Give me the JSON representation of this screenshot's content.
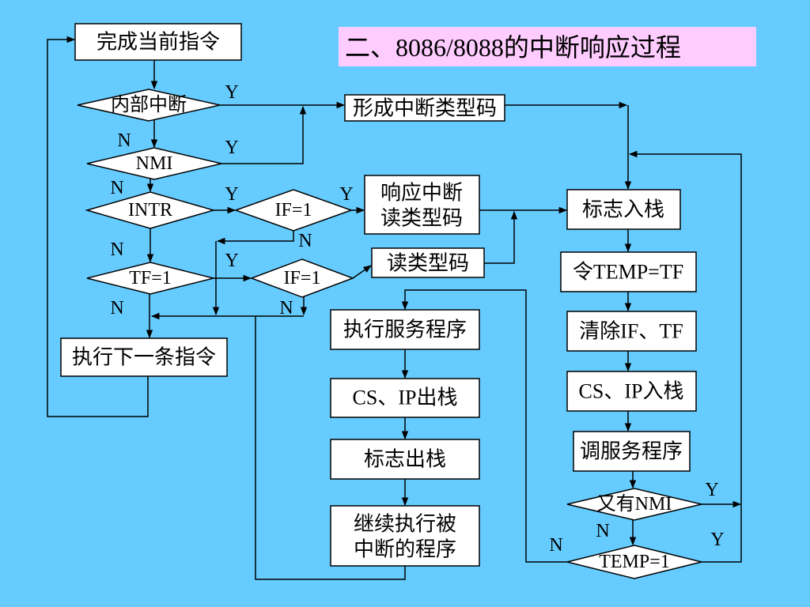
{
  "title": "二、8086/8088的中断响应过程",
  "nodes": {
    "finish_current": "完成当前指令",
    "internal_interrupt": "内部中断",
    "nmi": "NMI",
    "intr": "INTR",
    "tf1": "TF=1",
    "exec_next": "执行下一条指令",
    "if1_top": "IF=1",
    "if1_bottom": "IF=1",
    "form_type_code": "形成中断类型码",
    "respond_read": [
      "响应中断",
      "读类型码"
    ],
    "read_type_code": "读类型码",
    "push_flags": "标志入栈",
    "temp_tf": "令TEMP=TF",
    "clear_if_tf": "清除IF、TF",
    "push_cs_ip": "CS、IP入栈",
    "call_service": "调服务程序",
    "nmi_again": "又有NMI",
    "temp1": "TEMP=1",
    "exec_service": "执行服务程序",
    "pop_cs_ip": "CS、IP出栈",
    "pop_flags": "标志出栈",
    "resume": [
      "继续执行被",
      "中断的程序"
    ]
  },
  "edge_labels": {
    "internal_y": "Y",
    "internal_n": "N",
    "nmi_y": "Y",
    "nmi_n": "N",
    "intr_y": "Y",
    "intr_n": "N",
    "if1_top_y": "Y",
    "if1_top_n": "N",
    "tf1_y": "Y",
    "tf1_n": "N",
    "if1_bottom_n": "N",
    "nmi_again_y": "Y",
    "nmi_again_n": "N",
    "temp1_y": "Y",
    "temp1_n": "N"
  },
  "colors": {
    "background": "#66CCFF",
    "title_box": "#FFCCFF",
    "node_fill": "#FFFFFF",
    "line": "#000000"
  }
}
